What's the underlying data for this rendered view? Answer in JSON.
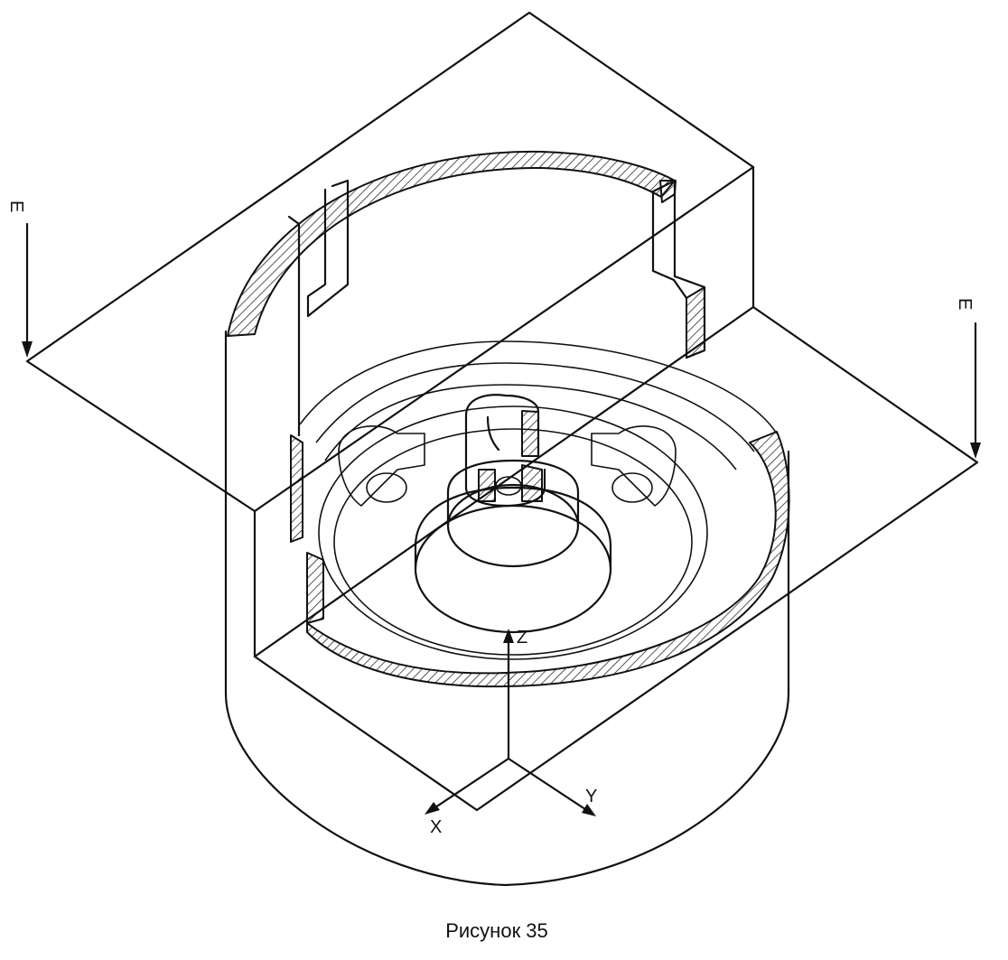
{
  "caption": "Рисунок 35",
  "section_marks": {
    "left": "E",
    "right": "E"
  },
  "axes": {
    "x": "X",
    "y": "Y",
    "z": "Z"
  }
}
